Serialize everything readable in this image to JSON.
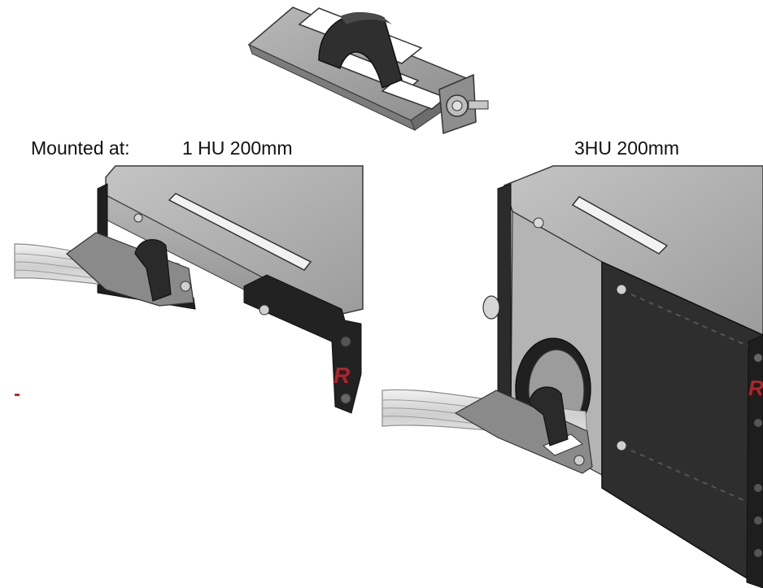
{
  "labels": {
    "mounted_at": "Mounted at:",
    "left_config": "1 HU 200mm",
    "right_config": "3HU 200mm"
  },
  "brand_marks": {
    "left_panel": "R",
    "right_panel": "R"
  },
  "colors": {
    "background": "#ffffff",
    "text": "#111111",
    "metal": "#9a9a9a",
    "dark_panel": "#2b2b2b",
    "strap": "#2f2f2f",
    "cable": "#d8d8d8",
    "brand_red": "#b3232a"
  }
}
